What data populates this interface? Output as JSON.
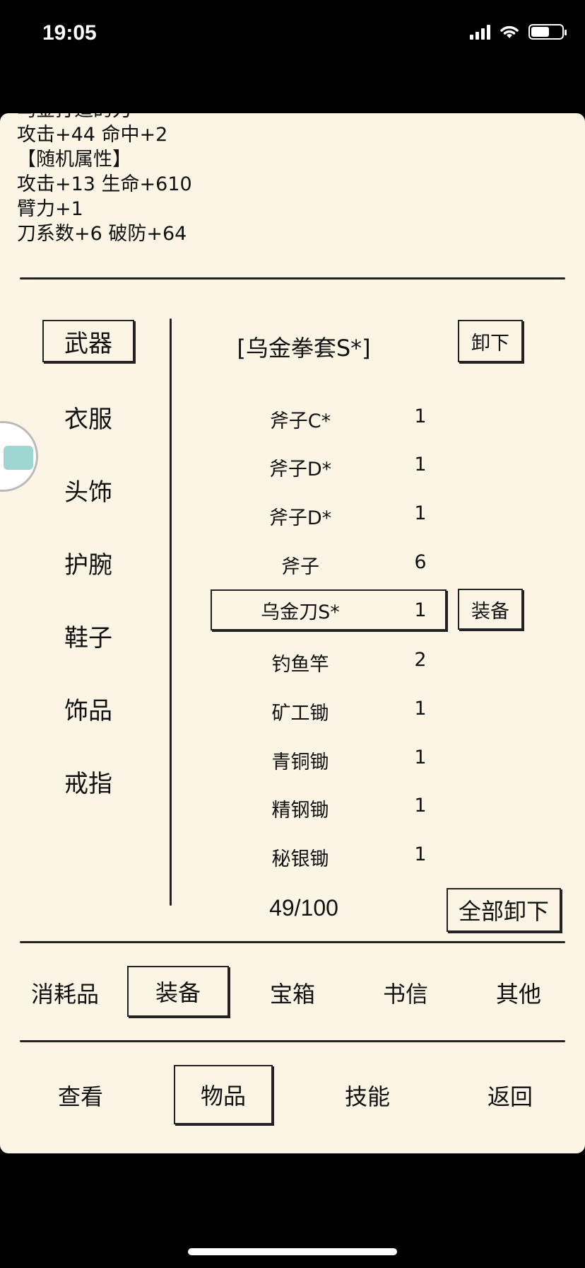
{
  "status": {
    "time": "19:05",
    "battery_level": 0.6,
    "signal_icon": "cellular-signal-icon",
    "wifi_icon": "wifi-icon",
    "battery_icon": "battery-icon"
  },
  "description": {
    "lines": [
      "乌金打造的刀",
      "攻击+44 命中+2",
      "【随机属性】",
      "攻击+13 生命+610",
      "臂力+1",
      "刀系数+6 破防+64"
    ]
  },
  "categories": [
    "武器",
    "衣服",
    "头饰",
    "护腕",
    "鞋子",
    "饰品",
    "戒指"
  ],
  "selected_category": "武器",
  "equipped": {
    "name": "[乌金拳套S*]",
    "unequip_label": "卸下"
  },
  "items": [
    {
      "name": "斧子C*",
      "count": "1"
    },
    {
      "name": "斧子D*",
      "count": "1"
    },
    {
      "name": "斧子D*",
      "count": "1"
    },
    {
      "name": "斧子",
      "count": "6"
    },
    {
      "name": "乌金刀S*",
      "count": "1"
    },
    {
      "name": "钓鱼竿",
      "count": "2"
    },
    {
      "name": "矿工锄",
      "count": "1"
    },
    {
      "name": "青铜锄",
      "count": "1"
    },
    {
      "name": "精钢锄",
      "count": "1"
    },
    {
      "name": "秘银锄",
      "count": "1"
    }
  ],
  "selected_item_action": "装备",
  "capacity": "49/100",
  "unequip_all_label": "全部卸下",
  "item_tabs": [
    "消耗品",
    "装备",
    "宝箱",
    "书信",
    "其他"
  ],
  "selected_item_tab": "装备",
  "main_tabs": [
    "查看",
    "物品",
    "技能",
    "返回"
  ],
  "selected_main_tab": "物品",
  "colors": {
    "panel_bg": "#fcf5e6",
    "ink": "#222222",
    "screen_bg": "#000000"
  }
}
